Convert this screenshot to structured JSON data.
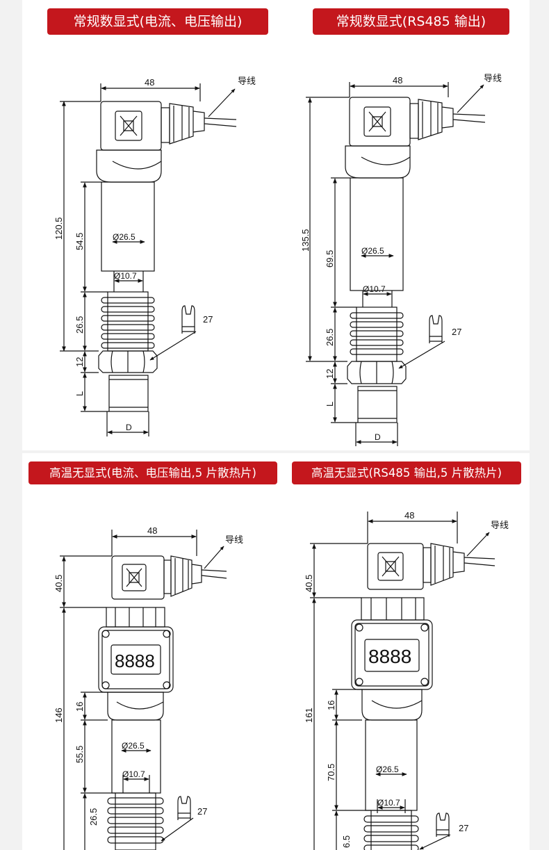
{
  "panels": [
    {
      "title": "常规数显式(电流、电压输出)",
      "dims": {
        "width": "48",
        "wire": "导线",
        "total": "120.5",
        "upper": "54.5",
        "dia_body": "Ø26.5",
        "dia_inner": "Ø10.7",
        "fins": "26.5",
        "hex": "12",
        "thread": "L",
        "d": "D",
        "wrench": "27"
      }
    },
    {
      "title": "常规数显式(RS485 输出)",
      "dims": {
        "width": "48",
        "wire": "导线",
        "total": "135.5",
        "upper": "69.5",
        "dia_body": "Ø26.5",
        "dia_inner": "Ø10.7",
        "fins": "26.5",
        "hex": "12",
        "thread": "L",
        "d": "D",
        "wrench": "27"
      }
    },
    {
      "title": "高温无显式(电流、电压输出,5 片散热片)",
      "dims": {
        "width": "48",
        "wire": "导线",
        "top": "40.5",
        "total": "146",
        "neck": "16",
        "upper": "55.5",
        "dia_body": "Ø26.5",
        "dia_inner": "Ø10.7",
        "fins": "26.5",
        "wrench": "27",
        "display": "8888"
      }
    },
    {
      "title": "高温无显式(RS485 输出,5 片散热片)",
      "dims": {
        "width": "48",
        "wire": "导线",
        "top": "40.5",
        "total": "161",
        "neck": "16",
        "upper": "70.5",
        "dia_body": "Ø26.5",
        "dia_inner": "Ø10.7",
        "fins": "6.5",
        "wrench": "27",
        "display": "8888"
      }
    }
  ],
  "colors": {
    "banner": "#c4171d",
    "line": "#111111",
    "background": "#ffffff",
    "gutter": "#f2f2f2"
  }
}
